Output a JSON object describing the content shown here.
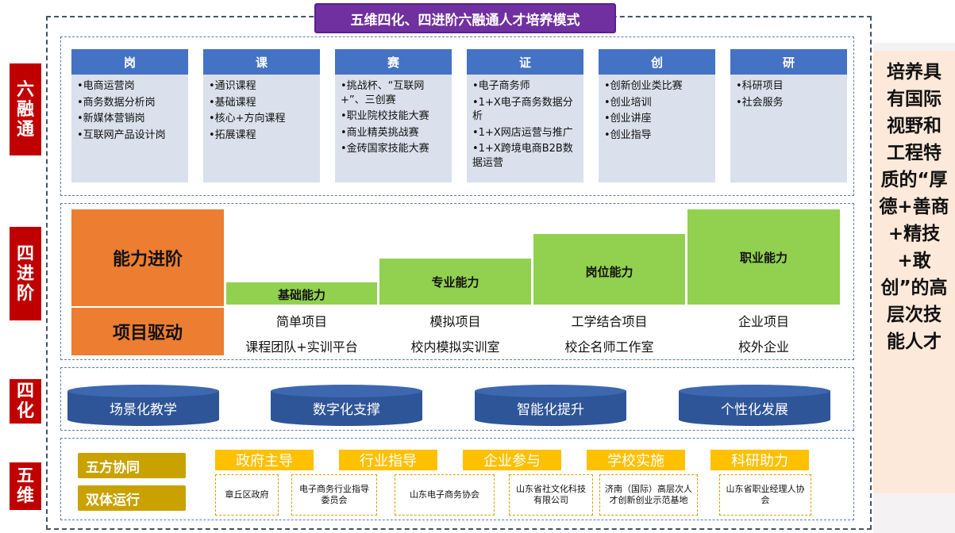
{
  "title": "五维四化、四进阶六融通人才培养模式",
  "left_labels": {
    "six": "六融通",
    "four_steps": "四进阶",
    "four": "四化",
    "five": "五维"
  },
  "six_cards": [
    {
      "header": "岗",
      "items": [
        "•电商运营岗",
        "•商务数据分析岗",
        "•新媒体营销岗",
        "•互联网产品设计岗"
      ]
    },
    {
      "header": "课",
      "items": [
        "•通识课程",
        "•基础课程",
        "•核心+方向课程",
        "•拓展课程"
      ]
    },
    {
      "header": "赛",
      "items": [
        "•挑战杯、“互联网+”、三创赛",
        "•职业院校技能大赛",
        "•商业精英挑战赛",
        "•金砖国家技能大赛"
      ]
    },
    {
      "header": "证",
      "items": [
        "•电子商务师",
        "•1+X电子商务数据分析",
        "•1+X网店运营与推广",
        "•1+X跨境电商B2B数据运营"
      ]
    },
    {
      "header": "创",
      "items": [
        "•创新创业类比赛",
        "•创业培训",
        "•创业讲座",
        "•创业指导"
      ]
    },
    {
      "header": "研",
      "items": [
        "•科研项目",
        "•社会服务"
      ]
    }
  ],
  "progression": {
    "ability_label": "能力进阶",
    "project_label": "项目驱动",
    "steps": [
      {
        "name": "基础能力",
        "project": "简单项目",
        "platform": "课程团队+实训平台"
      },
      {
        "name": "专业能力",
        "project": "模拟项目",
        "platform": "校内模拟实训室"
      },
      {
        "name": "岗位能力",
        "project": "工学结合项目",
        "platform": "校企名师工作室"
      },
      {
        "name": "职业能力",
        "project": "企业项目",
        "platform": "校外企业"
      }
    ]
  },
  "four_items": [
    "场景化教学",
    "数字化支撑",
    "智能化提升",
    "个性化发展"
  ],
  "five": {
    "tags": [
      "五方协同",
      "双体运行"
    ],
    "parties": [
      {
        "role": "政府主导",
        "entity": "章丘区政府"
      },
      {
        "role": "行业指导",
        "entity": "电子商务行业指导委员会"
      },
      {
        "role": "企业参与",
        "entity": "山东电子商务协会"
      },
      {
        "role": "学校实施",
        "entity": "山东省社文化科技有限公司"
      },
      {
        "role": "科研助力",
        "entity": "济南（国际）高层次人才创新创业示范基地"
      }
    ],
    "extra_entity": "山东省职业经理人协会"
  },
  "goal_text": "培养具有国际视野和工程特质的“厚德+善商+精技+敢创”的高层次技能人才",
  "colors": {
    "purple": "#7030a0",
    "red": "#c00000",
    "blue": "#4472c4",
    "green": "#92d050",
    "orange": "#ed7d31",
    "gold": "#c9a200",
    "yellow": "#ffc000"
  }
}
